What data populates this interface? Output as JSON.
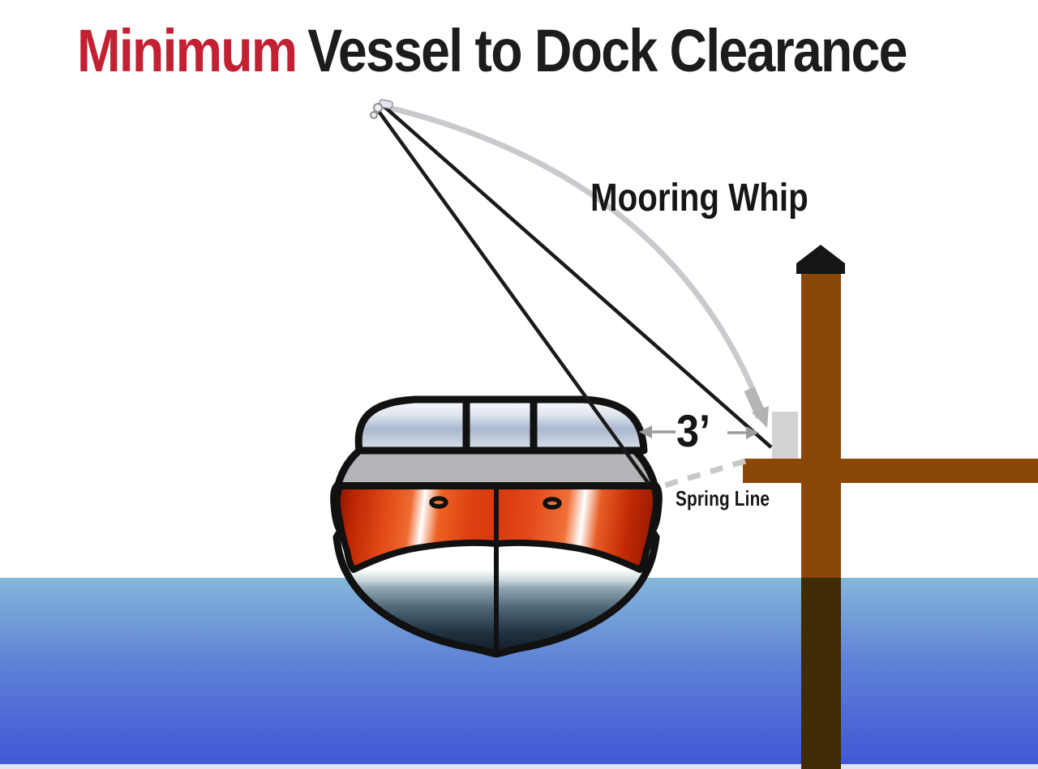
{
  "title": {
    "highlight": "Minimum",
    "rest": "Vessel to Dock Clearance"
  },
  "labels": {
    "mooring_whip": "Mooring Whip",
    "clearance_distance": "3’",
    "spring_line": "Spring Line"
  },
  "colors": {
    "title_highlight_red": "#C32032",
    "title_text": "#1C1C1E",
    "water_top": "#85B7DA",
    "water_bottom": "#4157D6",
    "water_bottom_strip": "#DFE3F5",
    "dock_wood": "#8A4708",
    "dock_wood_submerged": "#3F2C05",
    "piling_cap_black": "#151515",
    "whip_base_bracket_gray": "#D3D3D4",
    "hull_red": "#D93A0E",
    "deck_gray": "#B5B4B8",
    "windshield_silver": "#AAB8CF",
    "mooring_line_black": "#1A1A1A",
    "whip_line_gray": "#C9CACE",
    "spring_line_gray": "#C9C9C9",
    "clearance_arrow_gray": "#9B9B9B"
  }
}
